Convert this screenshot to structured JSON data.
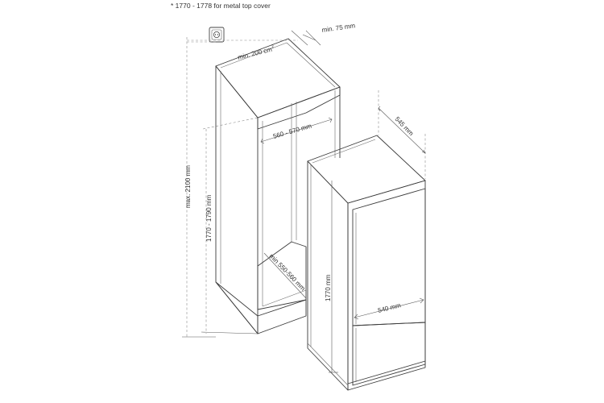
{
  "note": "* 1770 - 1778 for metal top cover",
  "dimensions": {
    "ventilation_area": "min. 200 cm",
    "ventilation_sup": "2",
    "top_gap": "min. 75 mm",
    "total_height": "max. 2100 mm",
    "niche_height": "1770 - 1790 mm",
    "niche_width": "560 - 570 mm",
    "niche_depth": "min 550-560 mm",
    "appliance_depth": "545 mm",
    "appliance_height": "1770 mm",
    "appliance_width": "540 mm"
  }
}
